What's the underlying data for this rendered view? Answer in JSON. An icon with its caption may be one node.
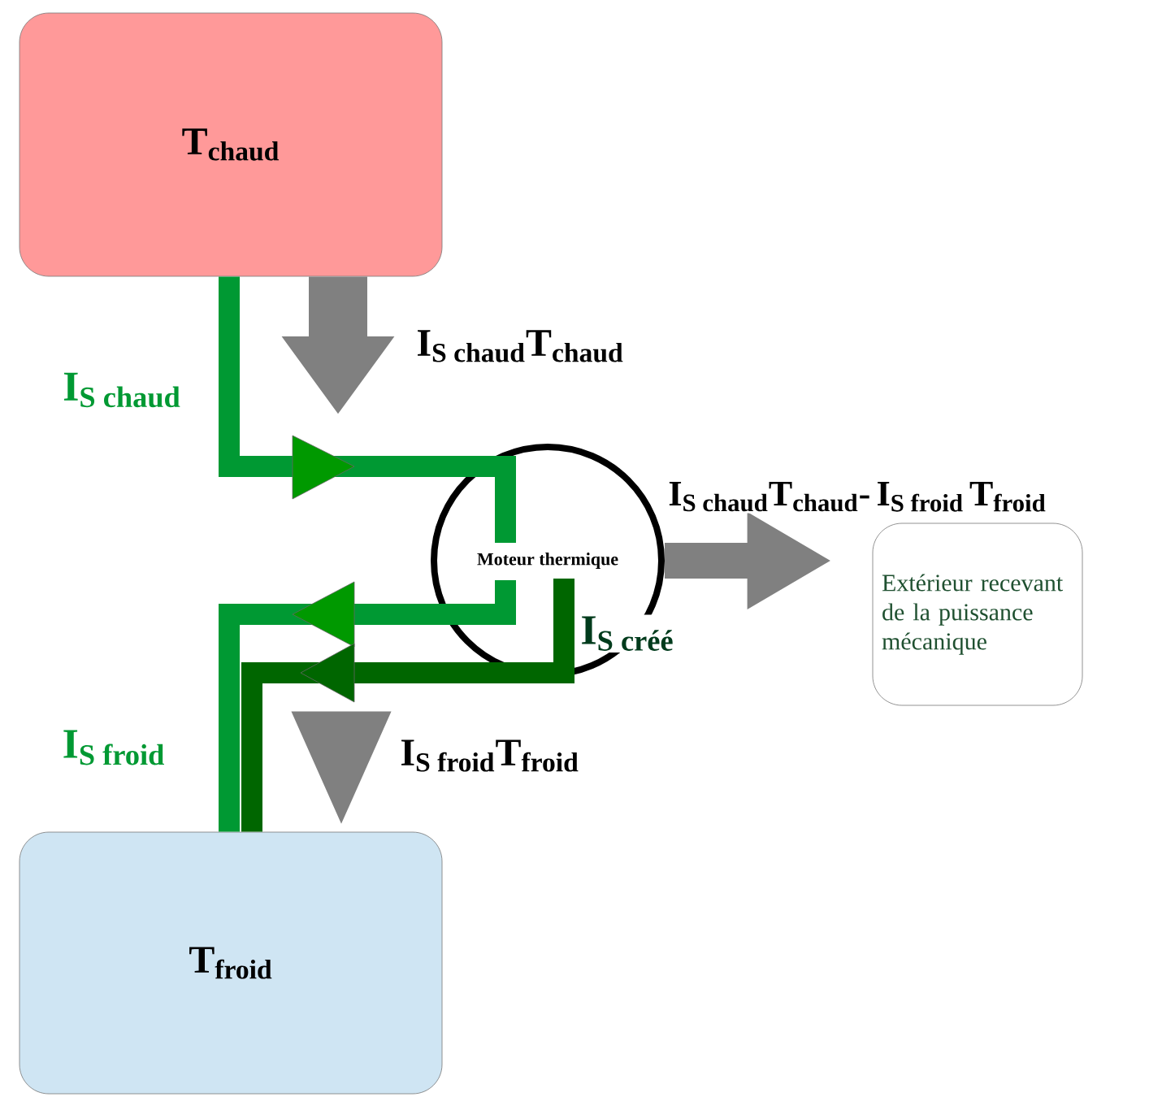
{
  "diagram": {
    "nodes": [
      {
        "text": [
          "\\text{T}_{\\text{chaud}}"
        ]
      },
      {
        "text": [
          "Moteur thermique"
        ]
      },
      {
        "text": [
          "\\text{T}_{\\text{froid}}"
        ]
      },
      {
        "text": [
          "Extérieur recevant de la puissance mécanique"
        ]
      }
    ],
    "edges": [
      {
        "from": 0,
        "to": 1,
        "arrow": "to",
        "label": "\\text{I}_{\\text{S chaud}}",
        "color": "#009933"
      },
      {
        "from": 1,
        "to": 2,
        "arrow": "to",
        "label": "\\text{I}_{\\text{S froid}}",
        "color": "#009933"
      },
      {
        "from": 1,
        "to": 2,
        "arrow": "to",
        "label": "\\text{I}_{\\text{S créé}}",
        "color": "#006600"
      },
      {
        "from": 0,
        "to": null,
        "arrow": "to",
        "label": "\\text{I}_{\\text{S chaud}}\\text{T}_{\\text{chaud}}",
        "color": "#808080",
        "style": "thick"
      },
      {
        "from": null,
        "to": 2,
        "arrow": "to",
        "label": "\\text{I}_{\\text{S froid}}\\text{T}_{\\text{froid}}",
        "color": "#808080"
      },
      {
        "from": 1,
        "to": 3,
        "arrow": "to",
        "label": "\\text{I}_{\\text{S chaud}}\\text{T}_{\\text{chaud}}\\text{-\\,I}_{\\text{S froid}}\\,\\text{T}_{\\text{froid}}",
        "color": "#808080"
      }
    ]
  }
}
